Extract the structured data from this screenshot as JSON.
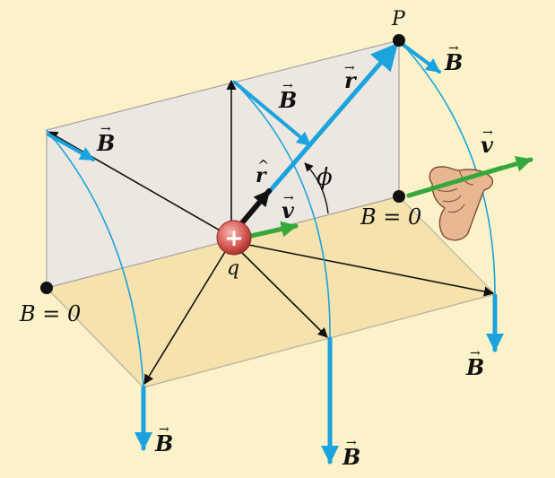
{
  "labels": {
    "point_P": "P",
    "charge_q": "q",
    "charge_sign": "+",
    "r_vector": "r",
    "r_hat": "r",
    "r_hat_caret": "^",
    "angle": "ϕ",
    "velocity": "v",
    "B_field": "B",
    "arrow_accent": "→",
    "B_zero": "B = 0"
  },
  "colors": {
    "background": "#fbf2c9",
    "vertical_plane": "#ece6e3",
    "horizontal_plane": "#f5e2ad",
    "field_blue": "#1aa3dd",
    "velocity_green": "#34a83a",
    "charge_red": "#d9605a",
    "hand_skin": "#e8b792"
  },
  "icons": {
    "right_hand": "right-hand-rule-icon"
  }
}
